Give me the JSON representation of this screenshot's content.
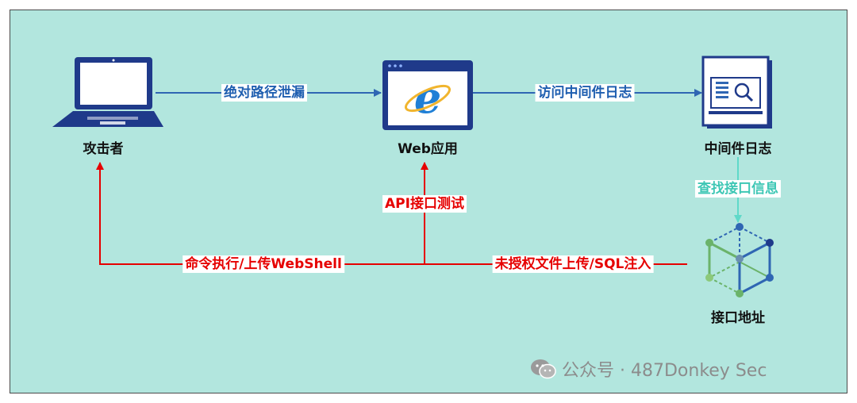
{
  "nodes": {
    "attacker": "攻击者",
    "web_app": "Web应用",
    "middleware_log": "中间件日志",
    "api_address": "接口地址"
  },
  "edges": {
    "path_leak": "绝对路径泄漏",
    "access_log": "访问中间件日志",
    "find_api": "查找接口信息",
    "api_test": "API接口测试",
    "cmd_exec": "命令执行/上传WebShell",
    "unauth_upload": "未授权文件上传/SQL注入"
  },
  "watermark": "公众号 · 487Donkey Sec",
  "colors": {
    "background": "#b2e6de",
    "blue_arrow": "#2f66b3",
    "red_arrow": "#e60000",
    "teal_arrow": "#5fd9c9"
  }
}
